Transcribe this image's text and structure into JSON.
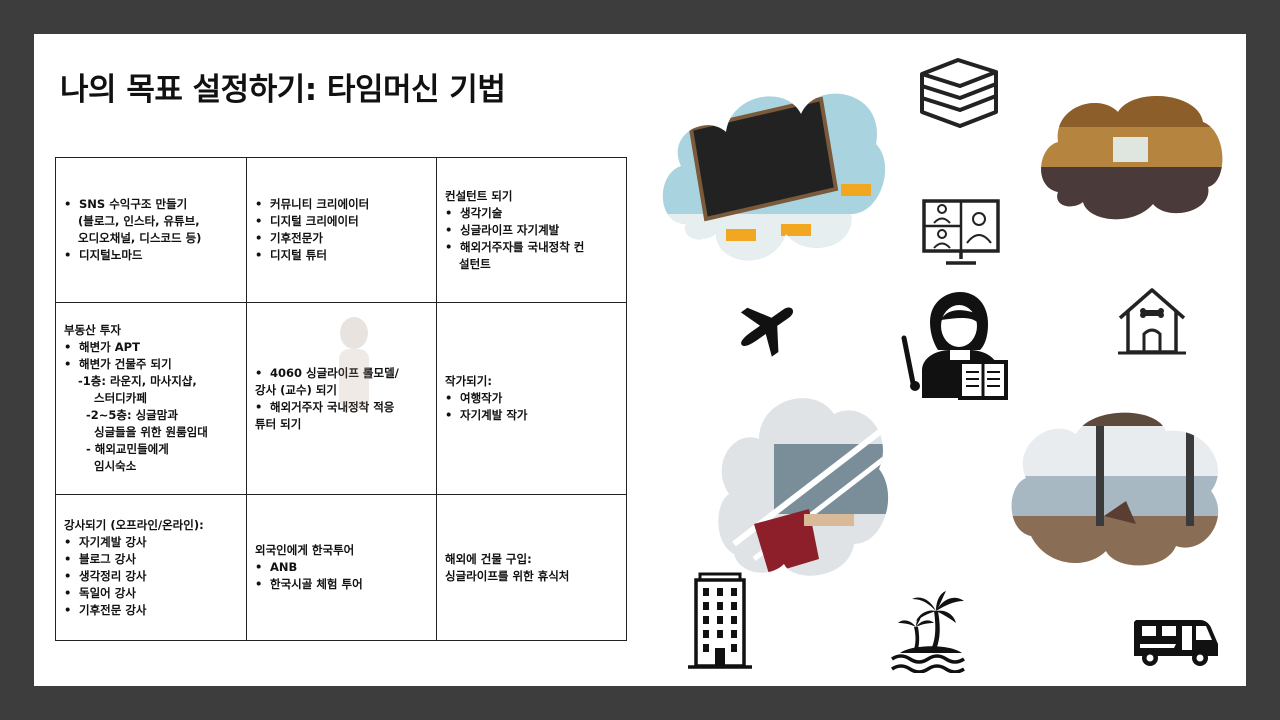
{
  "title": "나의 목표 설정하기: 타임머신 기법",
  "grid": {
    "r1c1": {
      "lines": [
        {
          "text": "SNS 수익구조 만들기",
          "kind": "bullet"
        },
        {
          "text": "(블로그, 인스타, 유튜브,",
          "kind": "ind"
        },
        {
          "text": "오디오채널, 디스코드 등)",
          "kind": "ind"
        },
        {
          "text": "디지털노마드",
          "kind": "bullet"
        }
      ]
    },
    "r1c2": {
      "lines": [
        {
          "text": "커뮤니티 크리에이터",
          "kind": "bullet"
        },
        {
          "text": "디지털 크리에이터",
          "kind": "bullet"
        },
        {
          "text": "기후전문가",
          "kind": "bullet"
        },
        {
          "text": "디지털 튜터",
          "kind": "bullet"
        }
      ]
    },
    "r1c3": {
      "lines": [
        {
          "text": "컨설턴트 되기",
          "kind": "plain"
        },
        {
          "text": "생각기술",
          "kind": "bullet"
        },
        {
          "text": "싱글라이프 자기계발",
          "kind": "bullet"
        },
        {
          "text": "해외거주자를 국내정착 컨",
          "kind": "bullet"
        },
        {
          "text": "설턴트",
          "kind": "ind"
        }
      ]
    },
    "r2c1": {
      "lines": [
        {
          "text": "부동산 투자",
          "kind": "plain"
        },
        {
          "text": "해변가 APT",
          "kind": "bullet"
        },
        {
          "text": "해변가 건물주 되기",
          "kind": "bullet"
        },
        {
          "text": "-1층: 라운지, 마사지샵,",
          "kind": "ind"
        },
        {
          "text": "스터디카페",
          "kind": "ind3"
        },
        {
          "text": "-2~5층: 싱글맘과",
          "kind": "ind2"
        },
        {
          "text": "싱글들을 위한 원룸임대",
          "kind": "ind3"
        },
        {
          "text": "- 해외교민들에게",
          "kind": "ind2"
        },
        {
          "text": "임시숙소",
          "kind": "ind3"
        }
      ]
    },
    "r2c2": {
      "lines": [
        {
          "text": "4060 싱글라이프 롤모델/",
          "kind": "bullet"
        },
        {
          "text": "강사 (교수) 되기",
          "kind": "plain"
        },
        {
          "text": "해외거주자 국내정착 적응",
          "kind": "bullet"
        },
        {
          "text": "튜터 되기",
          "kind": "plain"
        }
      ]
    },
    "r2c3": {
      "lines": [
        {
          "text": "작가되기:",
          "kind": "plain"
        },
        {
          "text": "여행작가",
          "kind": "bullet"
        },
        {
          "text": "자기계발 작가",
          "kind": "bullet"
        }
      ]
    },
    "r3c1": {
      "lines": [
        {
          "text": "강사되기 (오프라인/온라인):",
          "kind": "plain"
        },
        {
          "text": "자기계발 강사",
          "kind": "bullet"
        },
        {
          "text": "블로그 강사",
          "kind": "bullet"
        },
        {
          "text": "생각정리 강사",
          "kind": "bullet"
        },
        {
          "text": "독일어 강사",
          "kind": "bullet"
        },
        {
          "text": "기후전문 강사",
          "kind": "bullet"
        }
      ]
    },
    "r3c2": {
      "lines": [
        {
          "text": "외국인에게 한국투어",
          "kind": "plain"
        },
        {
          "text": "ANB",
          "kind": "bullet"
        },
        {
          "text": "한국시골 체험 투어",
          "kind": "bullet"
        }
      ]
    },
    "r3c3": {
      "lines": [
        {
          "text": "해외에 건물 구입:",
          "kind": "plain"
        },
        {
          "text": "싱글라이프를 위한 휴식처",
          "kind": "plain"
        }
      ]
    }
  },
  "icons": [
    "books-icon",
    "video-call-icon",
    "airplane-icon",
    "teacher-icon",
    "house-icon",
    "building-icon",
    "palm-island-icon",
    "camper-van-icon"
  ],
  "images": [
    "classroom-blackboard-cloud",
    "lecture-hall-cloud",
    "ship-deck-cloud",
    "terrace-sea-cloud"
  ]
}
